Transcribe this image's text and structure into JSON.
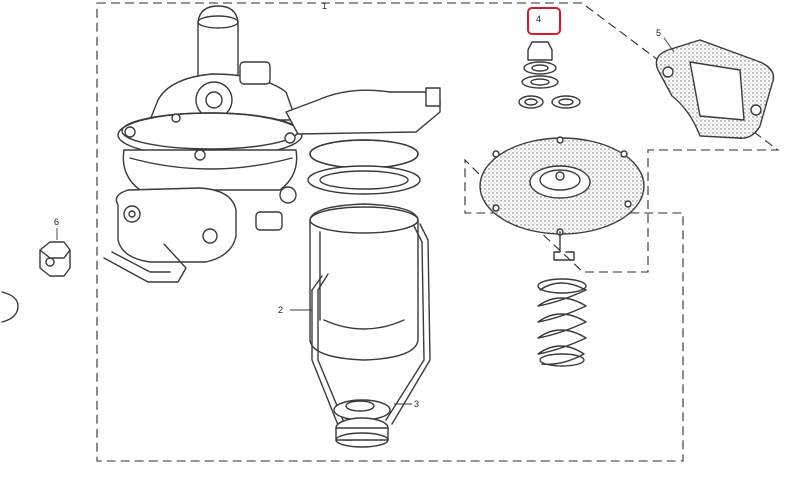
{
  "diagram": {
    "callouts": [
      {
        "id": "1",
        "label": "1"
      },
      {
        "id": "2",
        "label": "2"
      },
      {
        "id": "3",
        "label": "3"
      },
      {
        "id": "4",
        "label": "4"
      },
      {
        "id": "5",
        "label": "5"
      },
      {
        "id": "6",
        "label": "6"
      }
    ],
    "highlighted_callout": "4",
    "colors": {
      "line": "#3a3a3a",
      "highlight": "#d81b2a",
      "stipple": "#6a6a6a",
      "background": "#ffffff"
    }
  }
}
